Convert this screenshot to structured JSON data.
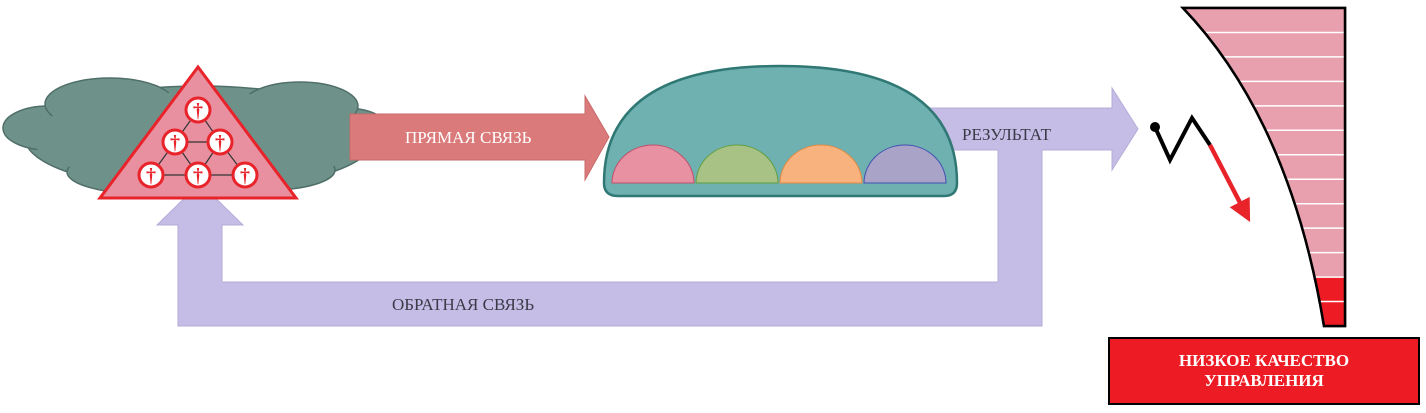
{
  "labels": {
    "direct_link": "ПРЯМАЯ СВЯЗЬ",
    "result": "РЕЗУЛЬТАТ",
    "feedback": "ОБРАТНАЯ СВЯЗЬ",
    "status_line1": "НИЗКОЕ КАЧЕСТВО",
    "status_line2": "УПРАВЛЕНИЯ"
  },
  "icons": {
    "cross": "†",
    "node_count": 6
  },
  "scale": {
    "total_segments": 13,
    "filled_red_segments": 2
  },
  "colors": {
    "cloud": "#6e918a",
    "triangle_fill": "#e8909f",
    "triangle_stroke": "#e8232a",
    "node_red": "#e8232a",
    "direct_arrow": "#db7a7a",
    "feedback_arrow": "#c5bde5",
    "dome_fill": "#6fb0b1",
    "dome_stroke": "#2f7874",
    "sub_dome_1": "#e891a3",
    "sub_dome_2": "#a8c184",
    "sub_dome_3": "#f8b27e",
    "sub_dome_4": "#a9a3c8",
    "scale_pink": "#e8a0ae",
    "scale_red": "#ed1c24",
    "trend_arrow": "#e8232a"
  }
}
